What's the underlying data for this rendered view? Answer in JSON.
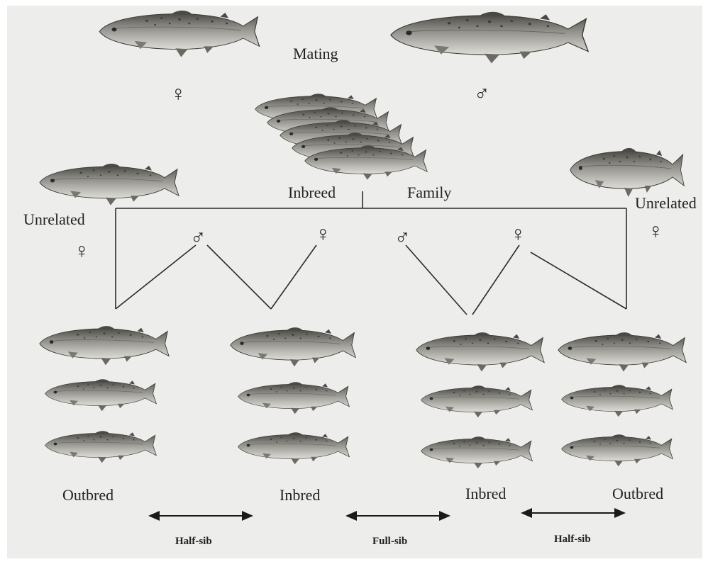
{
  "labels": {
    "mating": "Mating",
    "inbreed": "Inbreed",
    "family": "Family",
    "unrelated_left": "Unrelated",
    "unrelated_right": "Unrelated",
    "outbred_left": "Outbred",
    "inbred_left": "Inbred",
    "inbred_right": "Inbred",
    "outbred_right": "Outbred",
    "half_sib_left": "Half-sib",
    "full_sib": "Full-sib",
    "half_sib_right": "Half-sib"
  },
  "symbols": {
    "female": "♀",
    "male": "♂"
  },
  "colors": {
    "background": "#ededeb",
    "fish_body": "#9b9a94",
    "fish_back": "#55544e",
    "fish_belly": "#d6d5cf",
    "line": "#2a2a2a"
  }
}
